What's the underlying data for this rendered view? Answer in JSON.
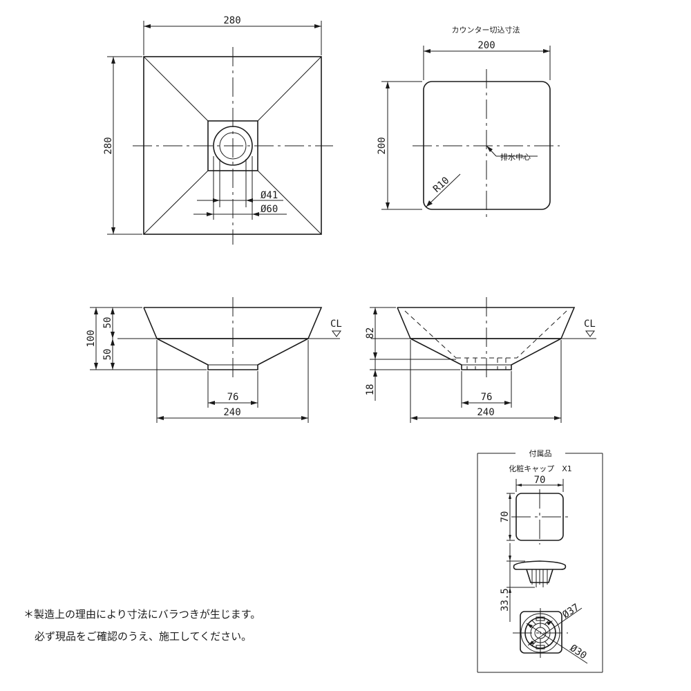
{
  "top_view": {
    "dim_width": "280",
    "dim_height": "280",
    "dim_inner_dia": "Ø41",
    "dim_outer_dia": "Ø60"
  },
  "cutout": {
    "title": "カウンター切込寸法",
    "dim_width": "200",
    "dim_height": "200",
    "dim_radius": "R10",
    "drain_label": "排水中心"
  },
  "side_left": {
    "dim_total_height": "100",
    "dim_upper": "50",
    "dim_lower": "50",
    "dim_bottom_width": "76",
    "dim_cl_width": "240",
    "cl_label": "CL"
  },
  "side_right": {
    "dim_height": "82",
    "dim_drain": "18",
    "dim_bottom_width": "76",
    "dim_cl_width": "240",
    "cl_label": "CL"
  },
  "accessory": {
    "box_title": "付属品",
    "item_label": "化粧キャップ　X1",
    "dim_width": "70",
    "dim_height": "70",
    "dim_depth": "33.5",
    "dim_outer_dia": "Ø37",
    "dim_inner_dia": "Ø30"
  },
  "notes": {
    "line1": "＊製造上の理由により寸法にバラつきが生じます。",
    "line2": "必ず現品をご確認のうえ、施工してください。"
  }
}
